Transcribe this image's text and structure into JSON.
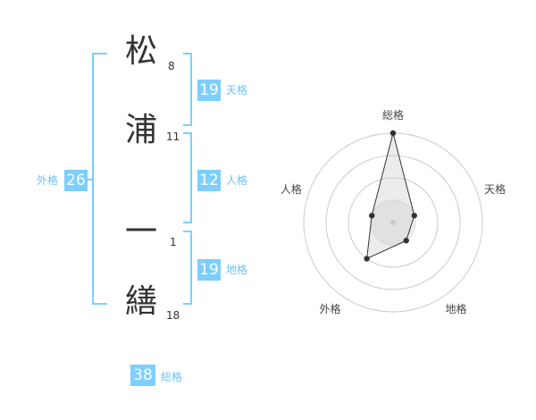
{
  "name_chars": [
    {
      "char": "松",
      "strokes": "8"
    },
    {
      "char": "浦",
      "strokes": "11"
    },
    {
      "char": "一",
      "strokes": "1"
    },
    {
      "char": "繕",
      "strokes": "18"
    }
  ],
  "fortunes": {
    "ten": {
      "label": "天格",
      "value": "19"
    },
    "jin": {
      "label": "人格",
      "value": "12"
    },
    "chi": {
      "label": "地格",
      "value": "19"
    },
    "gai": {
      "label": "外格",
      "value": "26"
    },
    "sou": {
      "label": "総格",
      "value": "38"
    }
  },
  "colors": {
    "accent": "#7ccfff",
    "bracket": "#7ccfff",
    "label": "#6cc3f4",
    "text": "#333333"
  },
  "chart_data": {
    "type": "radar",
    "axes": [
      "総格",
      "天格",
      "地格",
      "外格",
      "人格"
    ],
    "values": [
      4,
      1,
      1,
      2,
      1
    ],
    "max": 4,
    "rings": 4,
    "grid": true
  }
}
